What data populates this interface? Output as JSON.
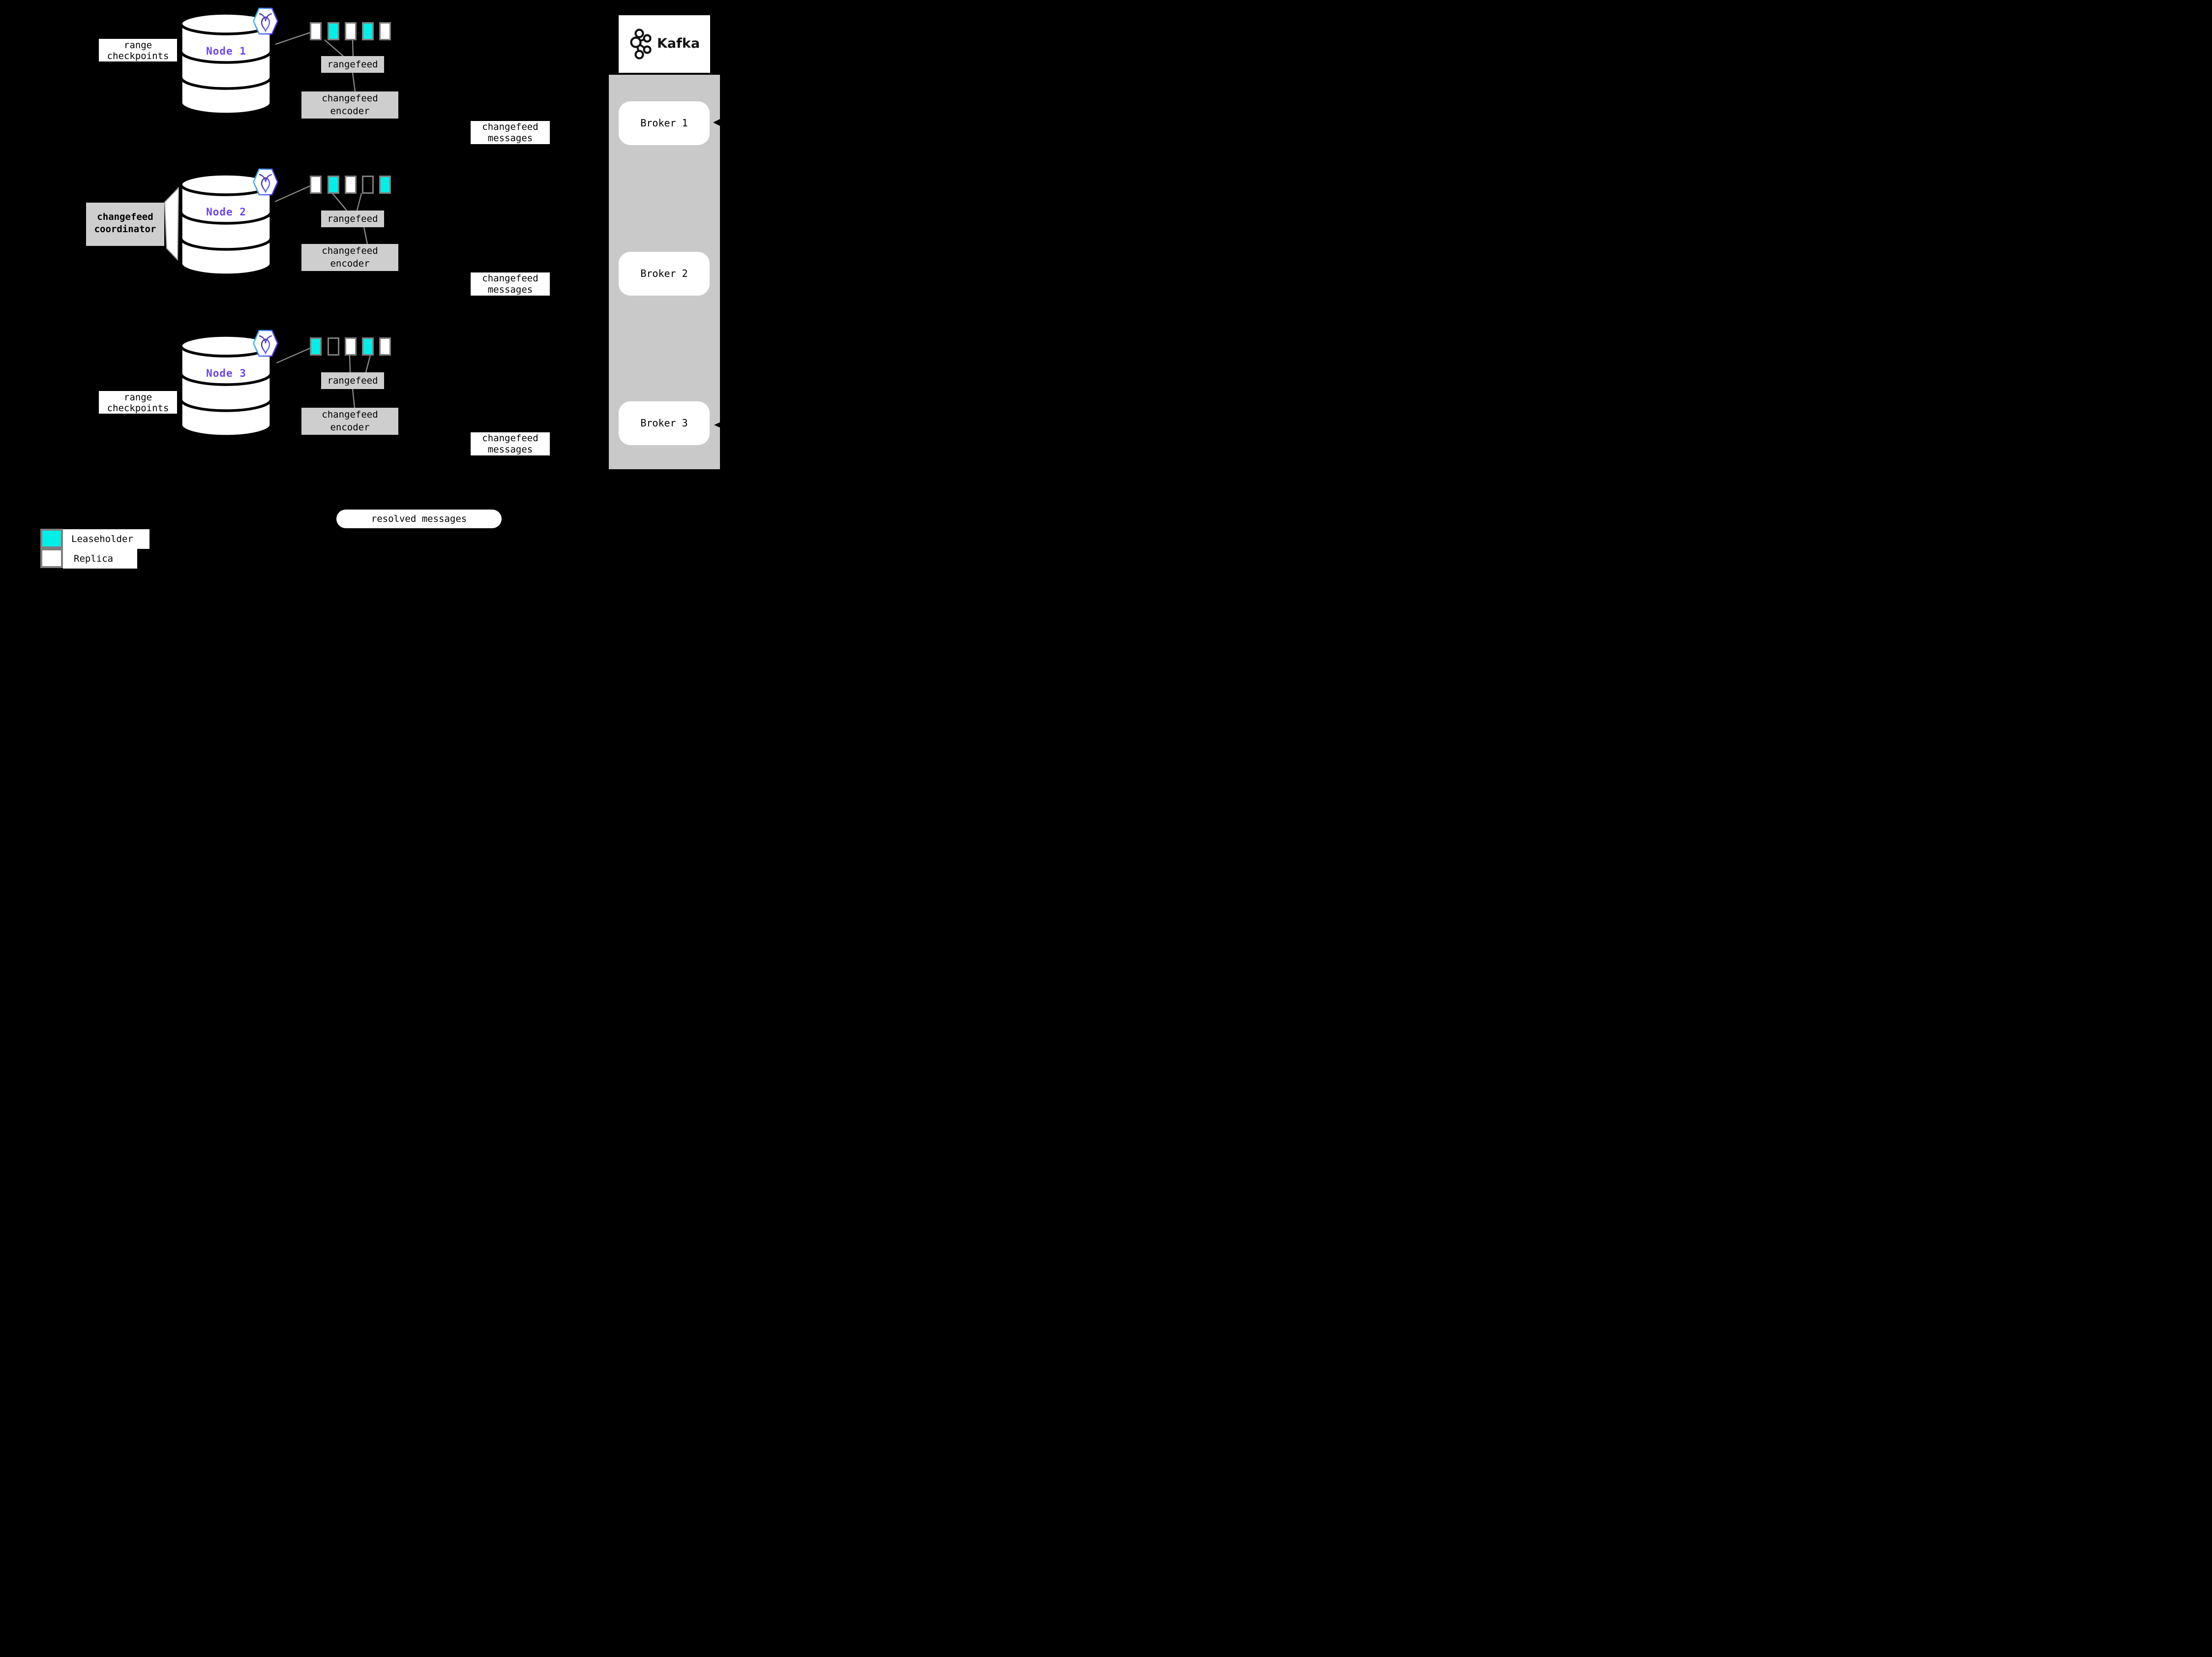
{
  "colors": {
    "background": "#000000",
    "leaseholder": "#00efe7",
    "replica": "#ffffff",
    "container": "#c9c9c9",
    "box_gray": "#cecece",
    "node_label": "#6b45f1",
    "square_border": "#7e7e7e",
    "connector": "#8c8c8c",
    "flap_border": "#a8a8a8",
    "hex_border_start": "#3ecdee",
    "hex_border_end": "#5437f0",
    "glyph_start": "#232a63",
    "glyph_mid": "#6b3df0",
    "glyph_end": "#2f9bef"
  },
  "nodes": [
    {
      "name": "Node 1",
      "side_label": "range checkpoints",
      "squares": [
        "replica",
        "leaseholder",
        "replica",
        "leaseholder",
        "replica"
      ],
      "rangefeed": "rangefeed",
      "encoder": "changefeed encoder"
    },
    {
      "name": "Node 2",
      "side_label": "changefeed coordinator",
      "squares": [
        "replica",
        "leaseholder",
        "replica",
        "outline",
        "leaseholder"
      ],
      "rangefeed": "rangefeed",
      "encoder": "changefeed encoder"
    },
    {
      "name": "Node 3",
      "side_label": "range checkpoints",
      "squares": [
        "leaseholder",
        "outline",
        "replica",
        "leaseholder",
        "replica"
      ],
      "rangefeed": "rangefeed",
      "encoder": "changefeed encoder"
    }
  ],
  "messages": {
    "changefeed": "changefeed messages",
    "resolved": "resolved messages"
  },
  "kafka": {
    "name": "Kafka",
    "brokers": [
      "Broker 1",
      "Broker 2",
      "Broker 3"
    ]
  },
  "legend": [
    {
      "label": "Leaseholder",
      "type": "leaseholder"
    },
    {
      "label": "Replica",
      "type": "replica"
    }
  ]
}
